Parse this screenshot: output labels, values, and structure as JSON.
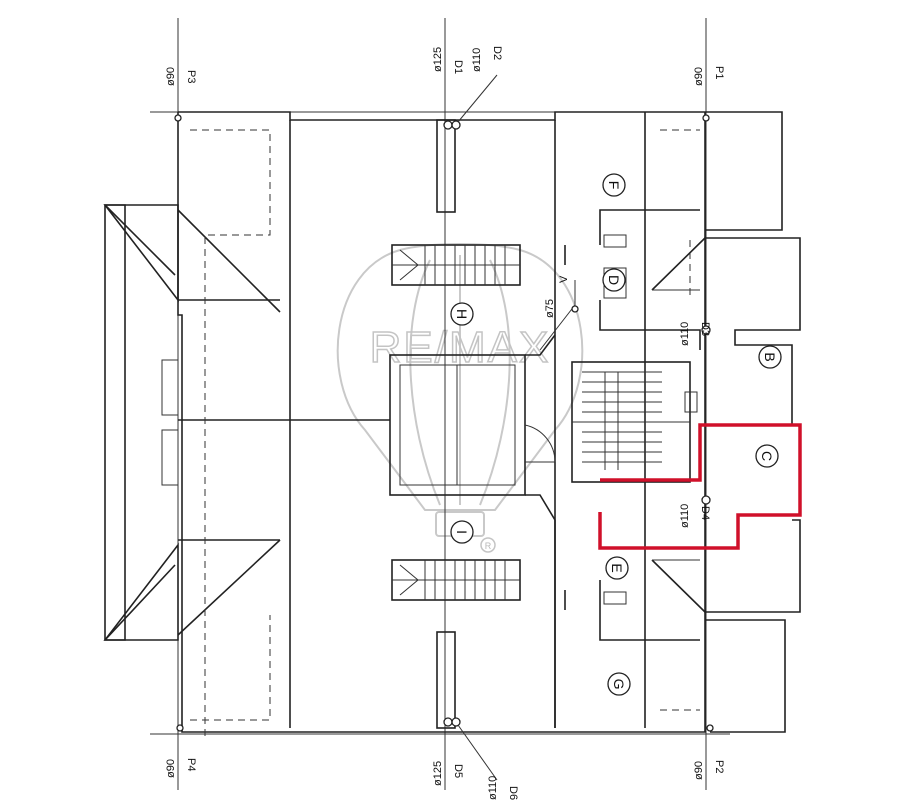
{
  "colors": {
    "highlight": "#d0102a",
    "line": "#222222",
    "watermark": "#c4c4c4"
  },
  "watermark": {
    "brand": "RE/MAX",
    "registered": "R"
  },
  "pipes": {
    "P1": {
      "name": "P1",
      "diam": "ø90"
    },
    "P2": {
      "name": "P2",
      "diam": "ø90"
    },
    "P3": {
      "name": "P3",
      "diam": "ø90"
    },
    "P4": {
      "name": "P4",
      "diam": "ø90"
    },
    "D1": {
      "name": "D1",
      "diam": "ø125"
    },
    "D2": {
      "name": "D2",
      "diam": "ø110"
    },
    "D3": {
      "name": "D3",
      "diam": "ø110"
    },
    "D4": {
      "name": "D4",
      "diam": "ø110"
    },
    "D5": {
      "name": "D5",
      "diam": "ø125"
    },
    "D6": {
      "name": "D6",
      "diam": "ø110"
    },
    "V": {
      "name": "V",
      "diam": "ø75"
    }
  },
  "rooms": {
    "H": "H",
    "I": "I",
    "F": "F",
    "D": "D",
    "B": "B",
    "C": "C",
    "E": "E",
    "G": "G"
  }
}
